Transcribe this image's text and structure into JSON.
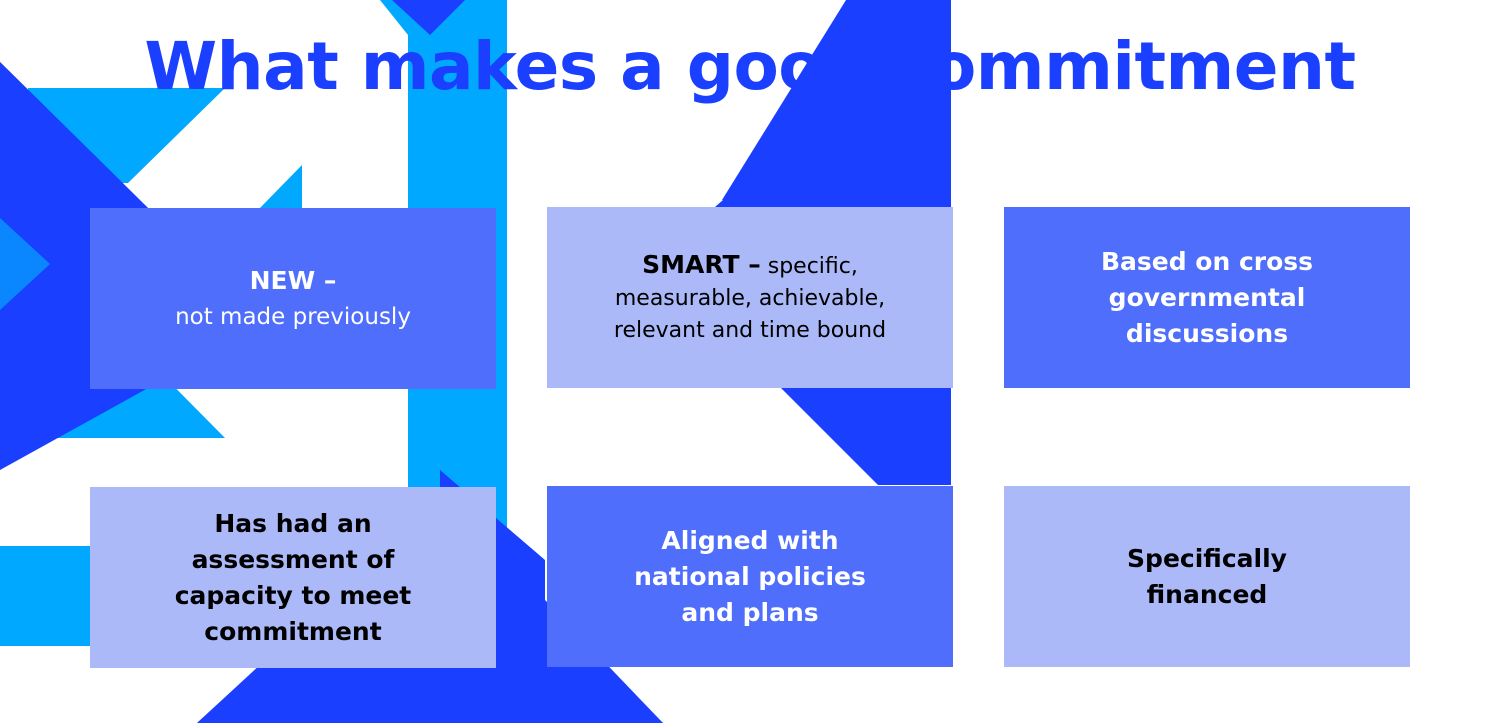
{
  "title": "What makes a good commitment",
  "colors": {
    "title": "#1a3fff",
    "dark_blue_shape": "#1a3fff",
    "light_blue_shape": "#00a8ff",
    "card_dark": "#4f6efc",
    "card_light": "#abb9f8",
    "text_on_dark": "#ffffff",
    "text_on_light": "#000000"
  },
  "cards": [
    {
      "style": "dark",
      "lead": "NEW –",
      "rest": "not made previously"
    },
    {
      "style": "light",
      "lead": "SMART –",
      "rest_line1": " specific,",
      "line2": "measurable, achievable,",
      "line3": "relevant and time bound"
    },
    {
      "style": "dark",
      "line1": "Based on cross",
      "line2": "governmental",
      "line3": "discussions"
    },
    {
      "style": "light",
      "line1": "Has had an",
      "line2": "assessment of",
      "line3": "capacity to meet",
      "line4": "commitment"
    },
    {
      "style": "dark",
      "line1": "Aligned with",
      "line2": "national policies",
      "line3": "and plans"
    },
    {
      "style": "light",
      "line1": "Specifically",
      "line2": "financed"
    }
  ]
}
